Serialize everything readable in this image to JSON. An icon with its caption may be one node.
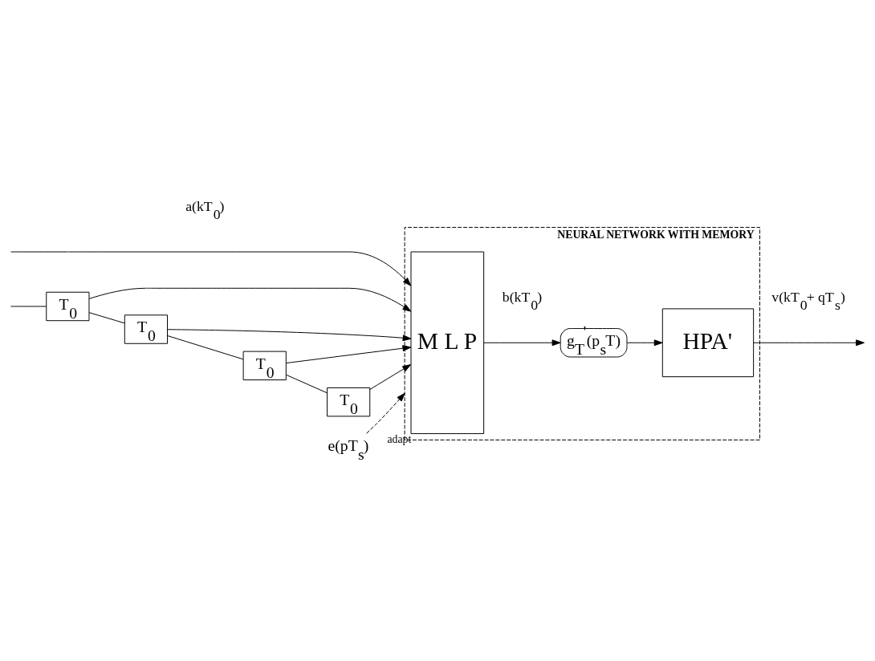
{
  "diagram": {
    "nodes": [
      {
        "text": [
          "NEURAL NETWORK WITH MEMORY"
        ]
      },
      {
        "text": [
          "M L P"
        ],
        "beside": [
          "adapt"
        ],
        "in": 0
      },
      {
        "text": [
          "T$_{0}$"
        ]
      },
      {
        "text": [
          "T$_{0}$"
        ]
      },
      {
        "text": [
          "T$_{0}$"
        ]
      },
      {
        "text": [
          "T$_{0}$"
        ]
      },
      {
        "text": [
          "g$_{T}$$^{'}$(p$_{s}$T)"
        ],
        "in": 0
      },
      {
        "text": [
          "HPA'"
        ],
        "in": 0
      },
      {
        "text": [
          "e(pT$_{s}$)"
        ]
      }
    ],
    "edges": [
      {
        "from": null,
        "to": 1,
        "arrow": "to",
        "label": "a(kT$_{0}$)"
      },
      {
        "from": null,
        "to": 2,
        "arrow": "none"
      },
      {
        "from": 2,
        "to": 1,
        "arrow": "to"
      },
      {
        "from": 2,
        "to": 3,
        "arrow": "none"
      },
      {
        "from": 3,
        "to": 1,
        "arrow": "to"
      },
      {
        "from": 3,
        "to": 4,
        "arrow": "none"
      },
      {
        "from": 4,
        "to": 1,
        "arrow": "to"
      },
      {
        "from": 4,
        "to": 5,
        "arrow": "none"
      },
      {
        "from": 5,
        "to": 1,
        "arrow": "to"
      },
      {
        "from": 1,
        "to": 6,
        "arrow": "to",
        "label": "b(kT$_{0}$)"
      },
      {
        "from": 6,
        "to": 7,
        "arrow": "to"
      },
      {
        "from": 7,
        "to": null,
        "arrow": "to",
        "label": "v(kT$_{0}$+ qT$_{s}$)"
      },
      {
        "from": 8,
        "to": 0,
        "arrow": "to",
        "style": "dashed"
      }
    ]
  }
}
